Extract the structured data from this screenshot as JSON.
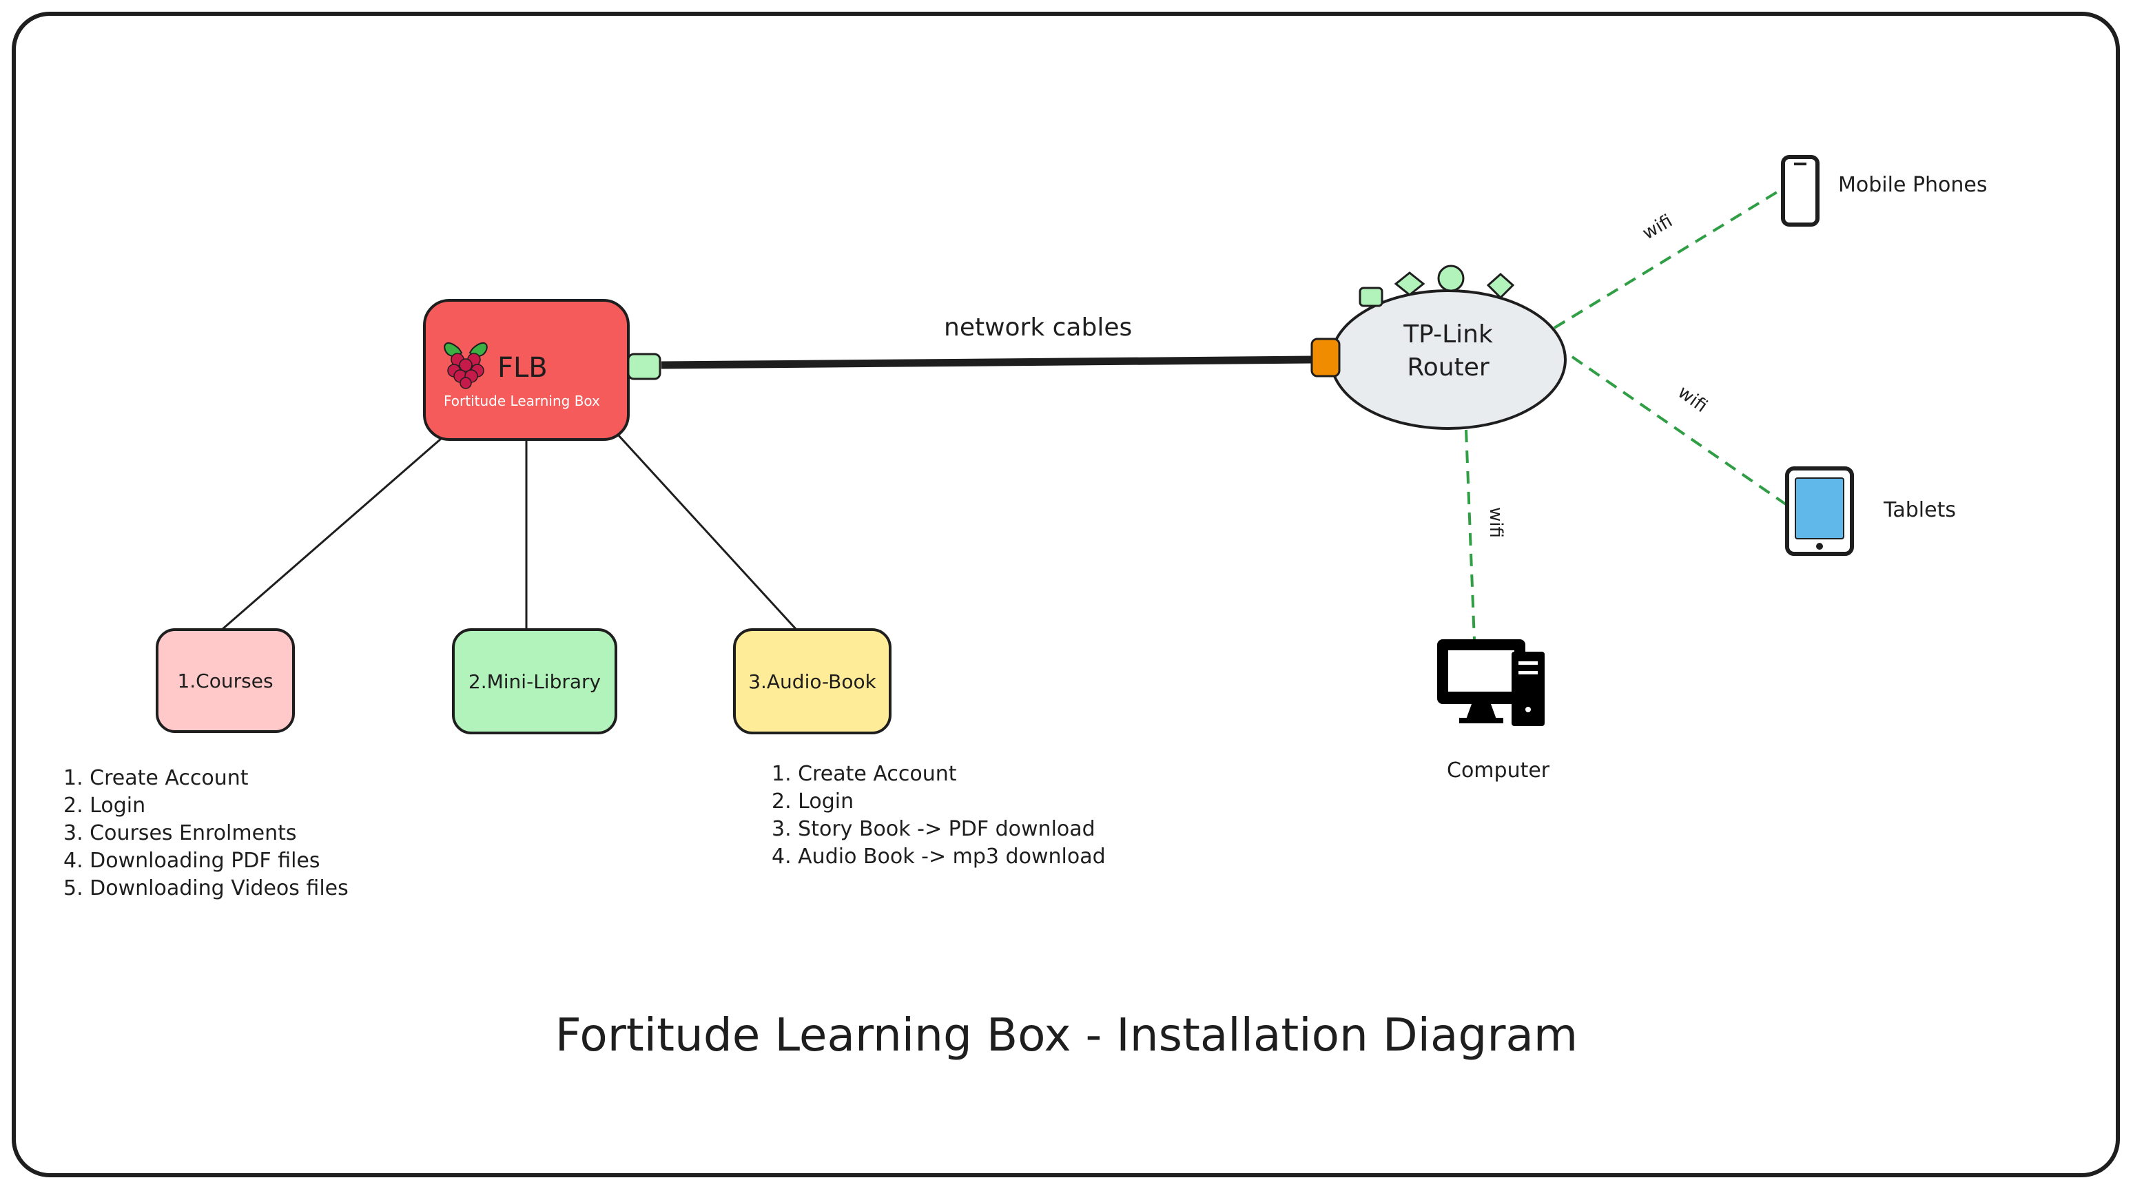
{
  "title": "Fortitude Learning Box - Installation Diagram",
  "flb": {
    "name": "FLB",
    "subtitle": "Fortitude Learning Box",
    "icon": "raspberry-pi-icon",
    "color": "#f55b5b"
  },
  "modules": [
    {
      "label": "1.Courses",
      "color": "#ffc9c9"
    },
    {
      "label": "2.Mini-Library",
      "color": "#b2f2bb"
    },
    {
      "label": "3.Audio-Book",
      "color": "#ffec99"
    }
  ],
  "courses_steps": [
    "1.  Create Account",
    "2. Login",
    "3. Courses Enrolments",
    "4. Downloading PDF files",
    "5. Downloading Videos files"
  ],
  "audiobook_steps": [
    "1. Create Account",
    "2. Login",
    "3. Story Book -> PDF download",
    "4. Audio Book -> mp3 download"
  ],
  "cable_label": "network cables",
  "router": {
    "label_line1": "TP-Link",
    "label_line2": "Router",
    "color": "#e9ecef"
  },
  "connections": {
    "wifi_phone": "wifi",
    "wifi_tablet": "wifi",
    "wifi_computer": "wifi",
    "wifi_color": "#2f9e44"
  },
  "devices": {
    "phone": {
      "label": "Mobile Phones",
      "icon": "mobile-phone-icon"
    },
    "tablet": {
      "label": "Tablets",
      "icon": "tablet-icon",
      "screen_color": "#5fb7ea"
    },
    "computer": {
      "label": "Computer",
      "icon": "desktop-computer-icon"
    }
  },
  "colors": {
    "port_green": "#b2f2bb",
    "port_orange": "#f08c00",
    "stroke": "#1e1e1e"
  }
}
